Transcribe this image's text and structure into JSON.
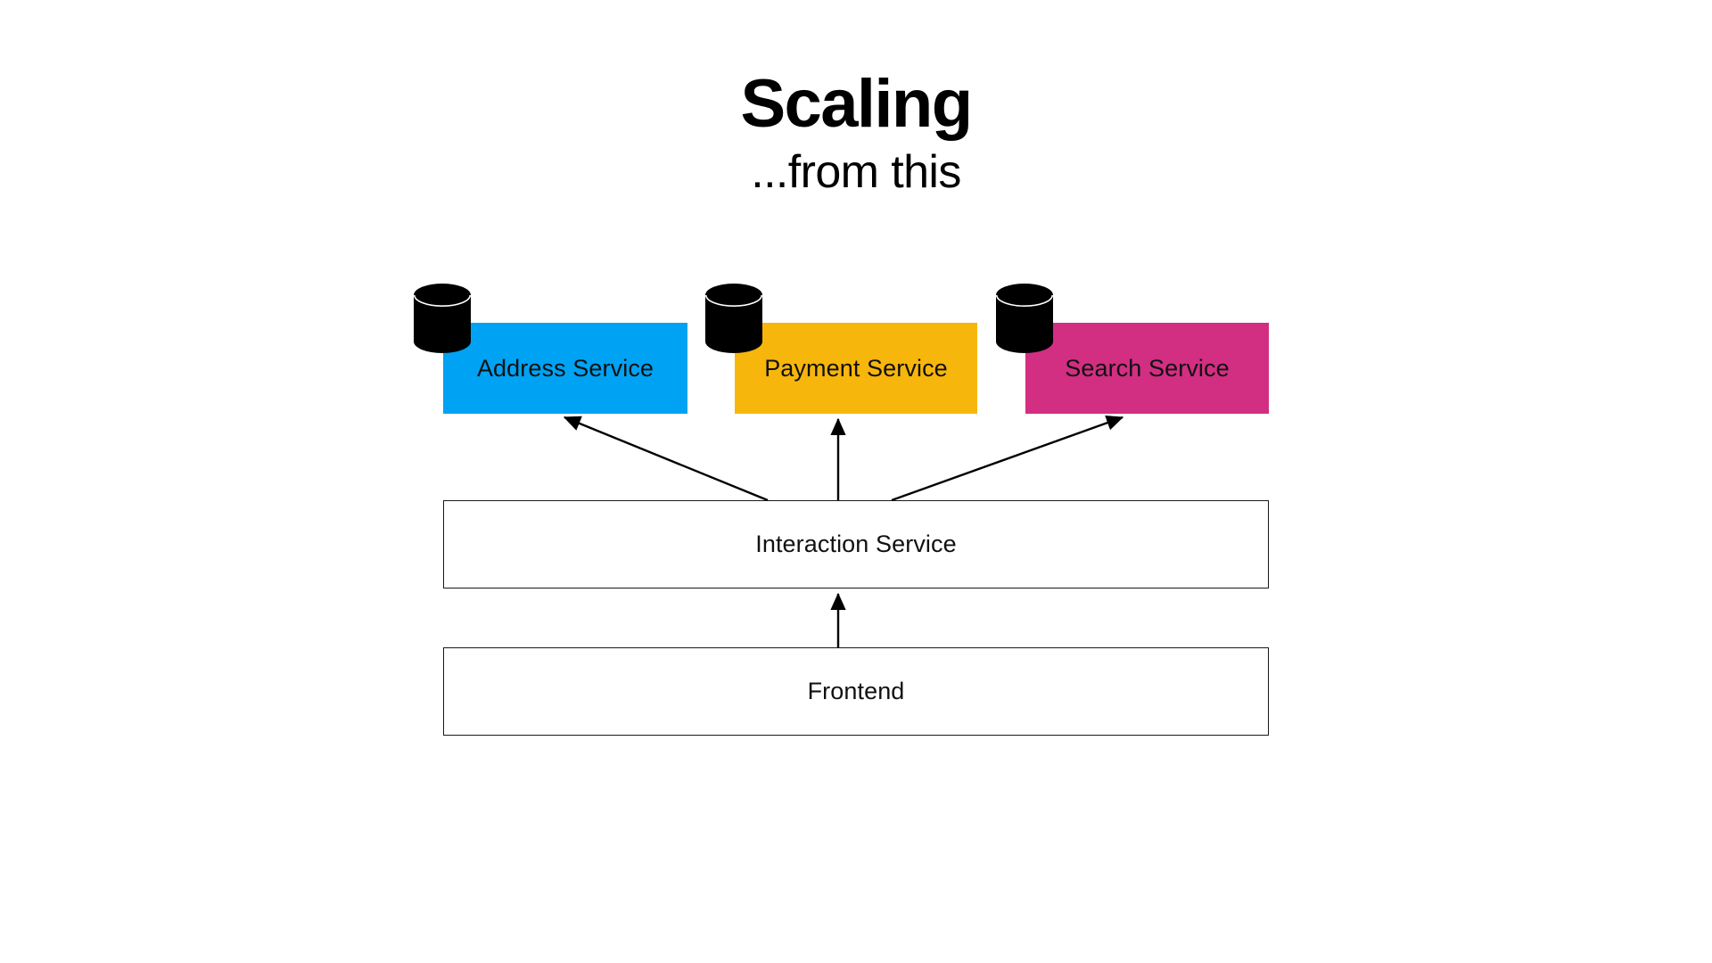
{
  "slide": {
    "title": "Scaling",
    "subtitle": "...from this",
    "background_color": "#ffffff"
  },
  "diagram": {
    "type": "service-architecture",
    "services": [
      {
        "id": "address-service",
        "label": "Address Service",
        "color": "#00A2F3",
        "text_color": "#111111",
        "has_database": true,
        "database_label": "database-cylinder"
      },
      {
        "id": "payment-service",
        "label": "Payment Service",
        "color": "#F7B60B",
        "text_color": "#111111",
        "has_database": true,
        "database_label": "database-cylinder"
      },
      {
        "id": "search-service",
        "label": "Search Service",
        "color": "#D22E82",
        "text_color": "#111111",
        "has_database": true,
        "database_label": "database-cylinder"
      }
    ],
    "layers": [
      {
        "id": "interaction-service",
        "label": "Interaction Service",
        "color": "#ffffff",
        "border_color": "#1a1a1a"
      },
      {
        "id": "frontend",
        "label": "Frontend",
        "color": "#ffffff",
        "border_color": "#1a1a1a"
      }
    ],
    "connections": [
      {
        "from": "interaction-service",
        "to": "address-service",
        "style": "arrow"
      },
      {
        "from": "interaction-service",
        "to": "payment-service",
        "style": "arrow"
      },
      {
        "from": "interaction-service",
        "to": "search-service",
        "style": "arrow"
      },
      {
        "from": "frontend",
        "to": "interaction-service",
        "style": "arrow"
      }
    ],
    "arrow_color": "#000000",
    "database_color": "#000000"
  }
}
